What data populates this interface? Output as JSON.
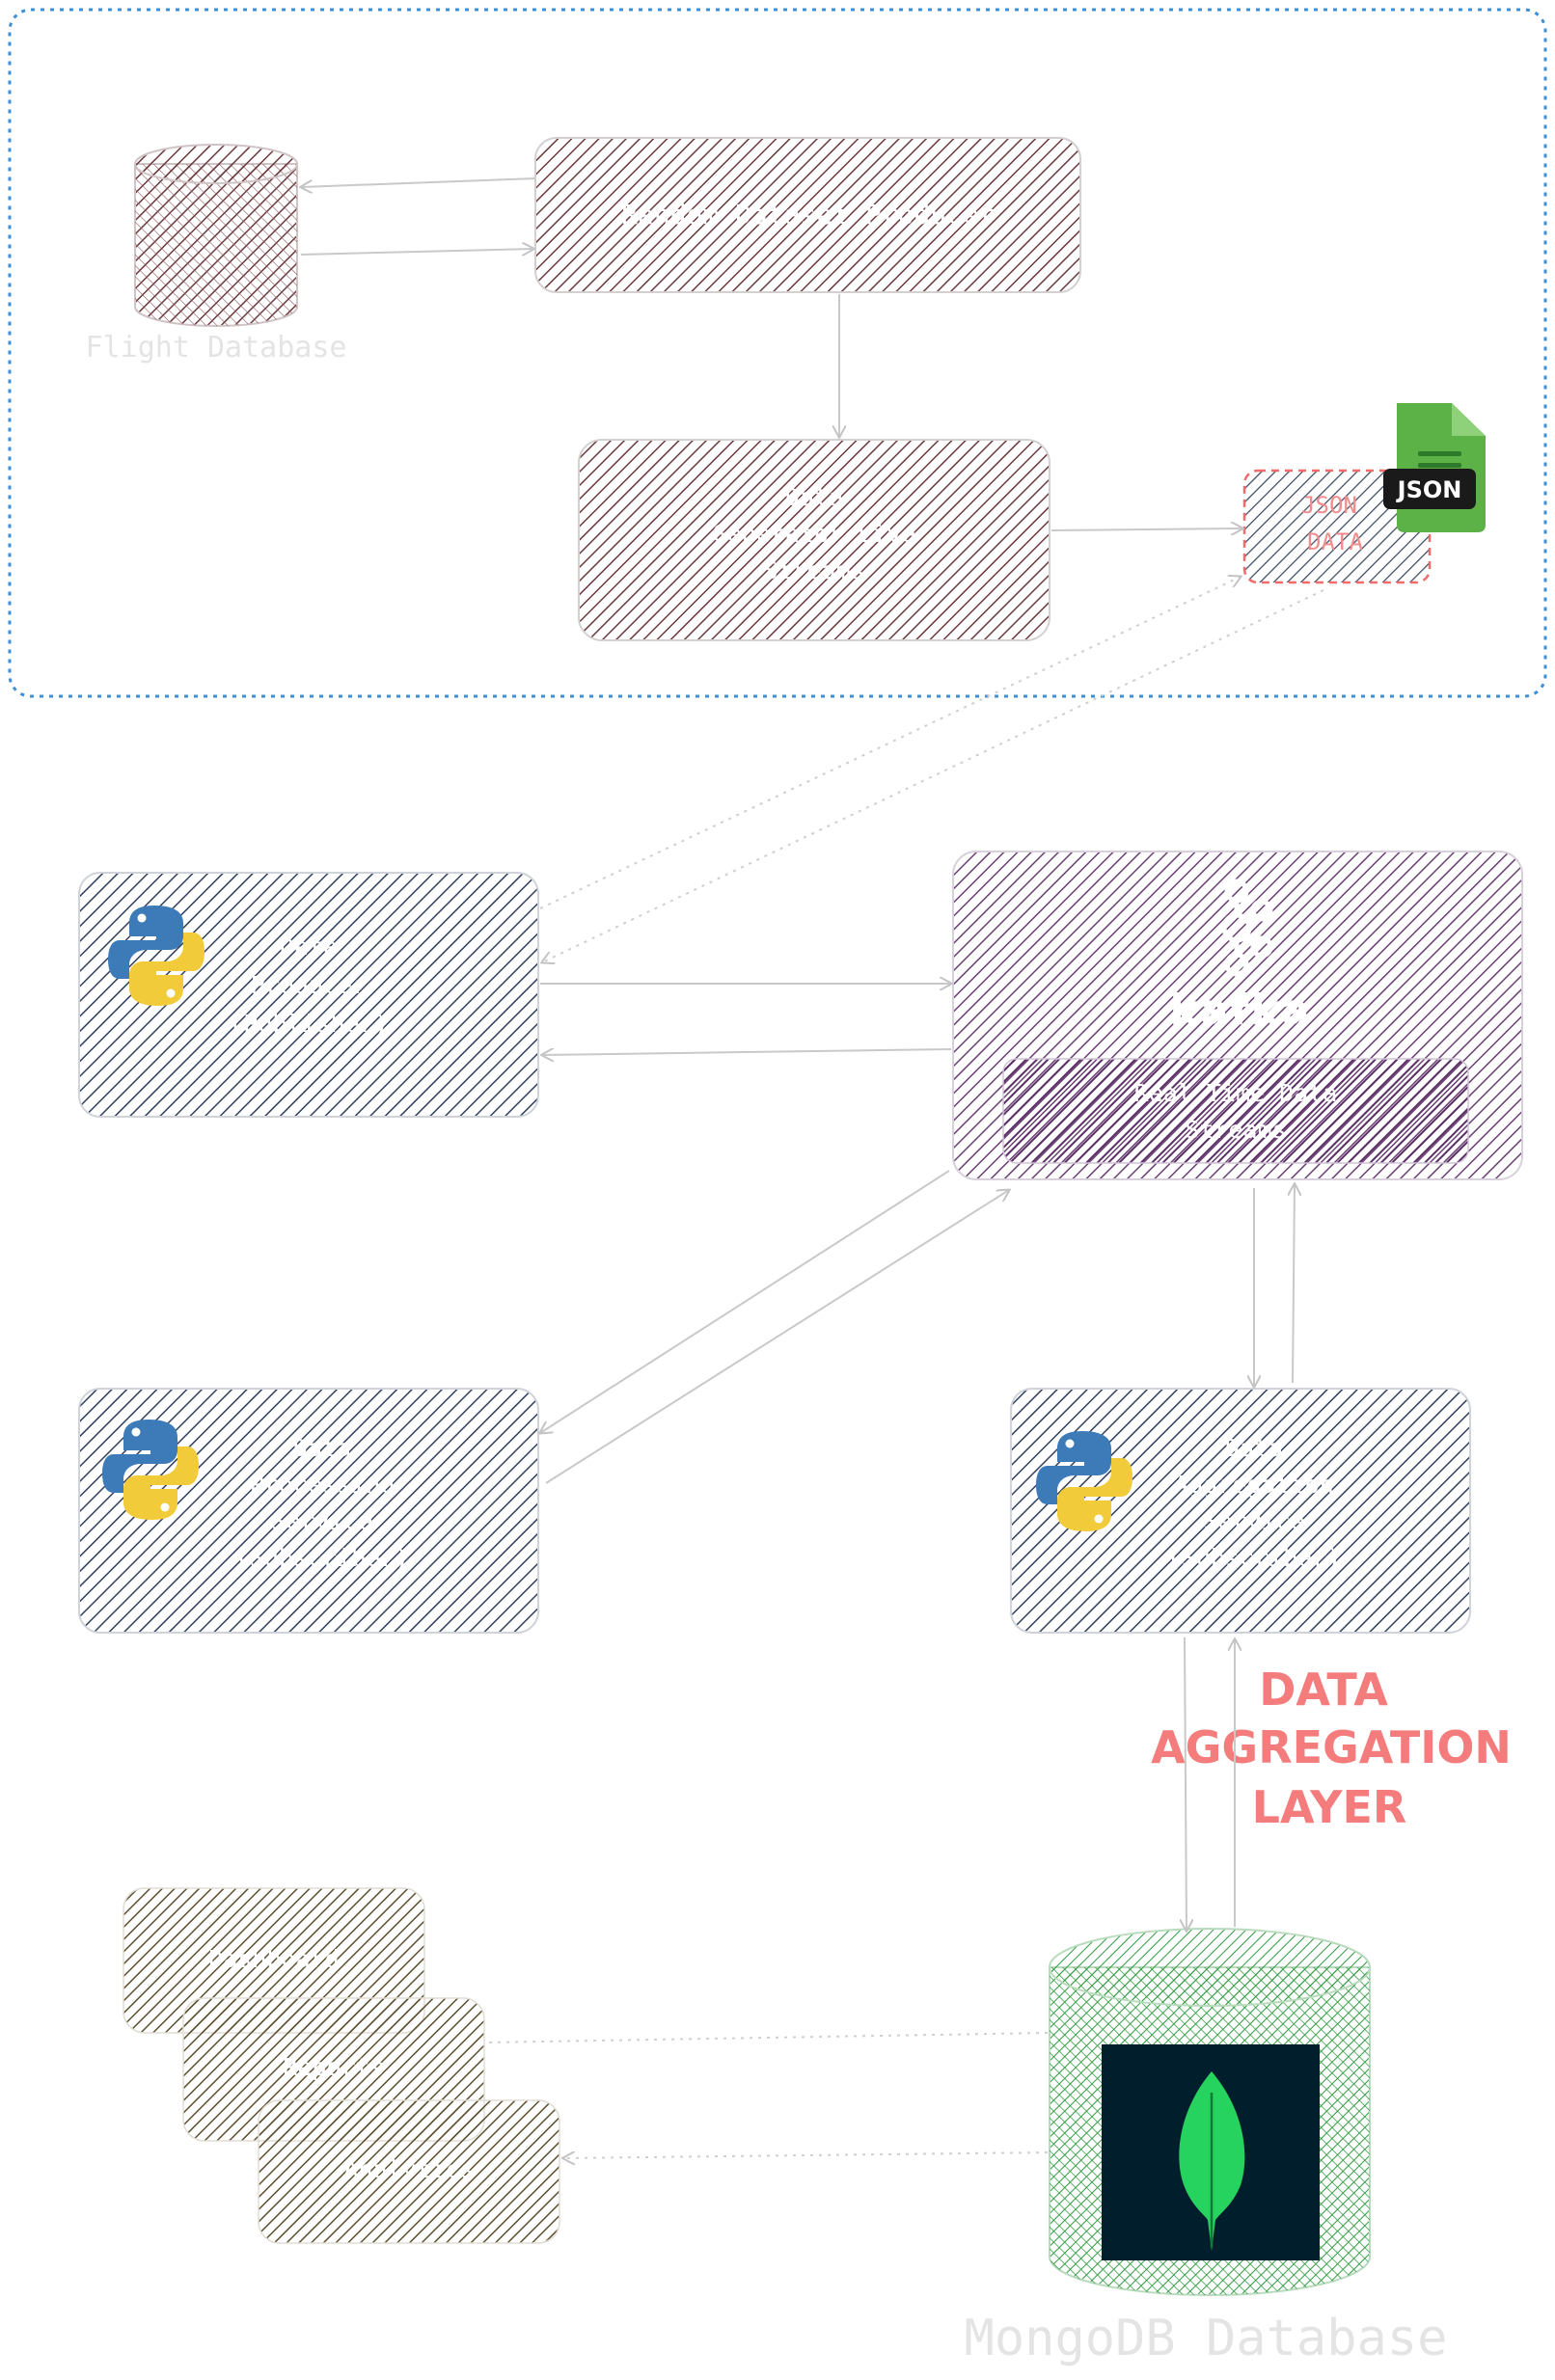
{
  "nodes": {
    "flight_db": {
      "caption": "Flight Database"
    },
    "data_producer": {
      "label": "Random Dataset Producer"
    },
    "data_generator": {
      "line1": "Data",
      "line2": "Generator Live",
      "line3": "Streams"
    },
    "json_data": {
      "line1": "JSON",
      "line2": "DATA",
      "icon_text": "JSON"
    },
    "python_a": {
      "line1": "Data",
      "line2": "Producer",
      "line3": "(Publisher)"
    },
    "kafka": {
      "label": "kafka",
      "inner": "Real Time Data",
      "inner2": "Streams"
    },
    "python_b": {
      "line1": "Data",
      "line2": "Processing",
      "line3": "Service",
      "line4": "(Subscriber)"
    },
    "python_c": {
      "line1": "Data",
      "line2": "Aggregation",
      "line3": "Service",
      "line4": "(Subscriber)"
    },
    "aggregation_label": {
      "line1": "DATA",
      "line2": "AGGREGATION",
      "line3": "LAYER"
    },
    "stack": {
      "item1": "Dashboard",
      "item2": "Reports",
      "item3": "Analytics"
    },
    "mongodb": {
      "caption": "MongoDB Database"
    }
  },
  "colors": {
    "group_border": "#3d8fd6",
    "producer_hatch": "#6b3a3e",
    "python_hatch": "#2f3f5c",
    "kafka_hatch": "#6a3f73",
    "mongo_hatch": "#2f9a3f",
    "json_dash": "#f26a6a",
    "stack_hatch": "#5c5030",
    "accent_red": "#f47c7c"
  }
}
